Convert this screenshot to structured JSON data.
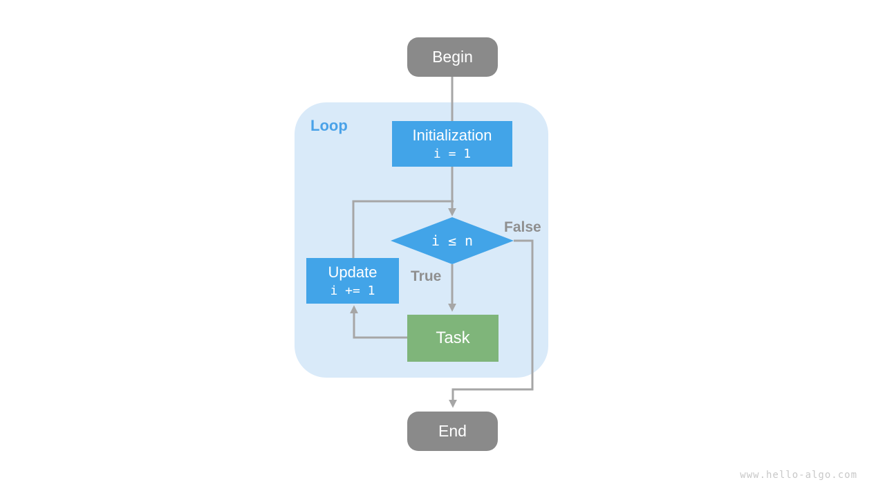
{
  "diagram": {
    "title_watermark": "www.hello-algo.com",
    "loop_label": "Loop",
    "nodes": {
      "begin": {
        "label": "Begin",
        "type": "terminal"
      },
      "initialization": {
        "title": "Initialization",
        "code": "i = 1",
        "type": "process"
      },
      "condition": {
        "code": "i ≤ n",
        "type": "decision"
      },
      "update": {
        "title": "Update",
        "code": "i += 1",
        "type": "process"
      },
      "task": {
        "label": "Task",
        "type": "process"
      },
      "end": {
        "label": "End",
        "type": "terminal"
      }
    },
    "branch_labels": {
      "true": "True",
      "false": "False"
    },
    "edges": [
      {
        "from": "begin",
        "to": "initialization"
      },
      {
        "from": "initialization",
        "to": "condition"
      },
      {
        "from": "condition",
        "to": "task",
        "label": "True"
      },
      {
        "from": "condition",
        "to": "end",
        "label": "False"
      },
      {
        "from": "task",
        "to": "update"
      },
      {
        "from": "update",
        "to": "condition"
      }
    ],
    "colors": {
      "process_blue": "#42a4e8",
      "task_green": "#7fb57a",
      "terminal_gray": "#8a8a8a",
      "loop_background": "#d9eaf9",
      "loop_label_blue": "#4aa2e8",
      "connector_gray": "#a6a6a6",
      "branch_label_gray": "#8f8f8f",
      "watermark_gray": "#c8c8c8"
    }
  }
}
